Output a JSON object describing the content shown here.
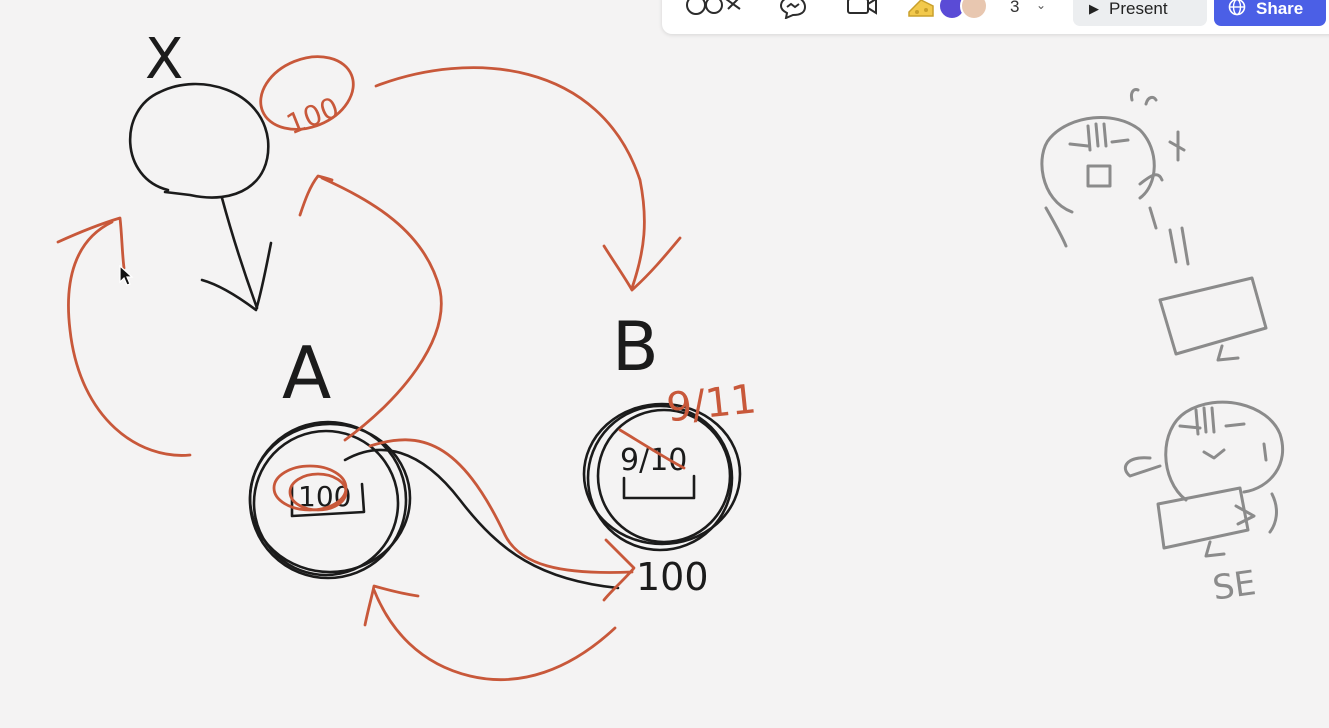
{
  "toolbar": {
    "collaborator_count": "3",
    "present_label": "Present",
    "share_label": "Share",
    "icons": [
      "reactions-icon",
      "chat-icon",
      "video-icon",
      "sticker-icon"
    ],
    "colors": {
      "share_bg": "#4b5fe6",
      "present_bg": "#eceef0"
    }
  },
  "canvas": {
    "ink_colors": {
      "black": "#1b1b1b",
      "red": "#c8583a",
      "gray": "#8b8b8b"
    },
    "labels": {
      "node_x": "X",
      "node_a": "A",
      "node_b": "B",
      "x_balance": "100",
      "a_balance": "100",
      "b_old_balance": "9/10",
      "b_new_balance": "9/11",
      "b_transfer": "100",
      "se_label": "SE"
    }
  }
}
